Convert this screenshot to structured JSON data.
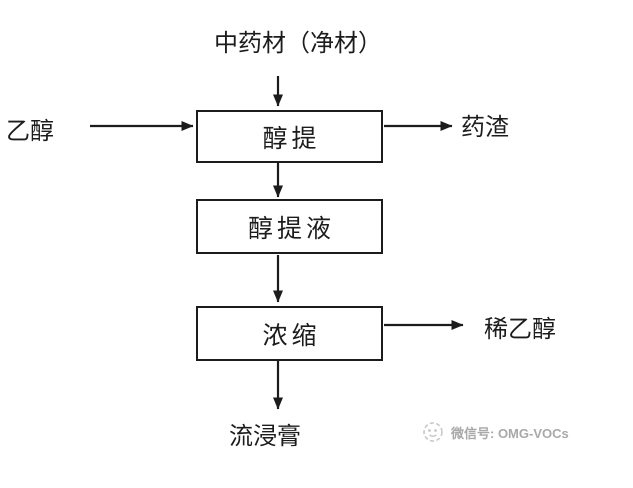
{
  "diagram": {
    "source": {
      "label": "中药材（净材）"
    },
    "inputs": {
      "ethanol": {
        "label": "乙醇"
      }
    },
    "nodes": [
      {
        "id": "alcohol-extraction",
        "label": "醇提"
      },
      {
        "id": "alcohol-extract-liquid",
        "label": "醇提液"
      },
      {
        "id": "concentration",
        "label": "浓缩"
      }
    ],
    "outputs": {
      "residue": {
        "label": "药渣"
      },
      "dilute_ethanol": {
        "label": "稀乙醇"
      },
      "fluid_extract": {
        "label": "流浸膏"
      }
    },
    "edges": [
      {
        "from": "中药材（净材）",
        "to": "醇提"
      },
      {
        "from": "乙醇",
        "to": "醇提"
      },
      {
        "from": "醇提",
        "to": "药渣"
      },
      {
        "from": "醇提",
        "to": "醇提液"
      },
      {
        "from": "醇提液",
        "to": "浓缩"
      },
      {
        "from": "浓缩",
        "to": "稀乙醇"
      },
      {
        "from": "浓缩",
        "to": "流浸膏"
      }
    ]
  },
  "watermark": {
    "label": "微信号: OMG-VOCs"
  },
  "colors": {
    "background": "#ffffff",
    "line": "#1c1c1c",
    "watermark_text": "#a9a9a9"
  }
}
